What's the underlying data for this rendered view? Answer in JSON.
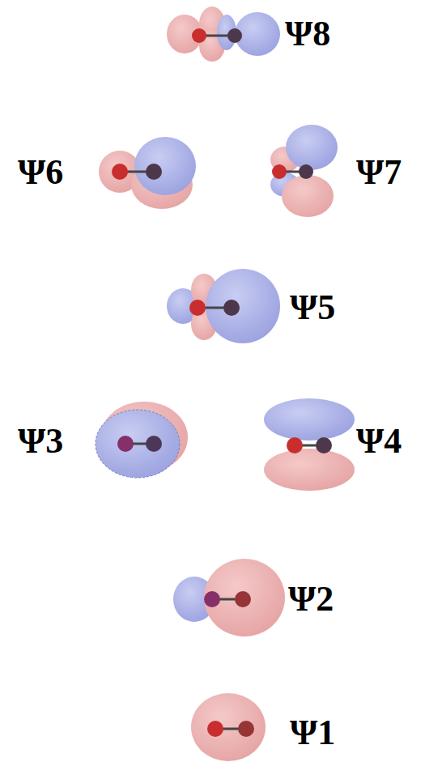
{
  "diagram": {
    "labels": [
      "Ψ8",
      "Ψ6",
      "Ψ7",
      "Ψ5",
      "Ψ3",
      "Ψ4",
      "Ψ2",
      "Ψ1"
    ]
  }
}
